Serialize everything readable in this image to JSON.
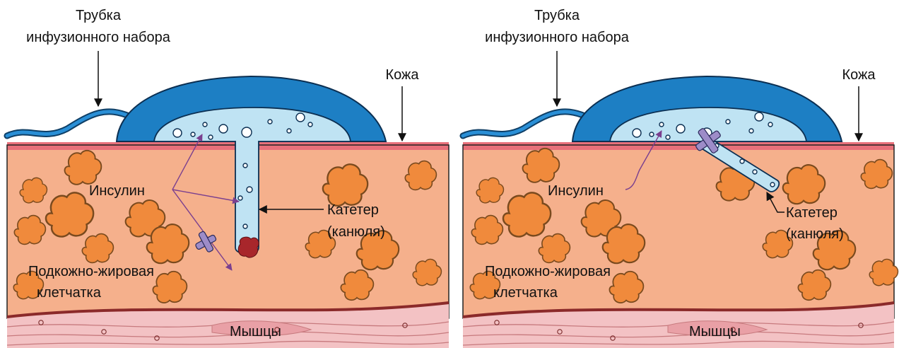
{
  "panels": [
    {
      "tube_label": [
        "Трубка",
        "инфузионного набора"
      ],
      "skin_label": "Кожа",
      "insulin_label": "Инсулин",
      "catheter_label": [
        "Катетер",
        "(канюля)"
      ],
      "fat_label": [
        "Подкожно-жировая",
        "клетчатка"
      ],
      "muscle_label": "Мышцы"
    },
    {
      "tube_label": [
        "Трубка",
        "инфузионного набора"
      ],
      "skin_label": "Кожа",
      "insulin_label": "Инсулин",
      "catheter_label": [
        "Катетер",
        "(канюля)"
      ],
      "fat_label": [
        "Подкожно-жировая",
        "клетчатка"
      ],
      "muscle_label": "Мышцы"
    }
  ],
  "colors": {
    "skin_top": "#e8707a",
    "fat": "#f5b08c",
    "fat_cell": "#f08a3c",
    "pump_body": "#1d7fc4",
    "insulin_fluid": "#bfe3f3",
    "muscle": "#f3c2c4",
    "muscle_line": "#8b2a2a",
    "arrow_insulin": "#7a3f8f",
    "block_x": "#9d8cc8",
    "clot": "#a8262b"
  }
}
